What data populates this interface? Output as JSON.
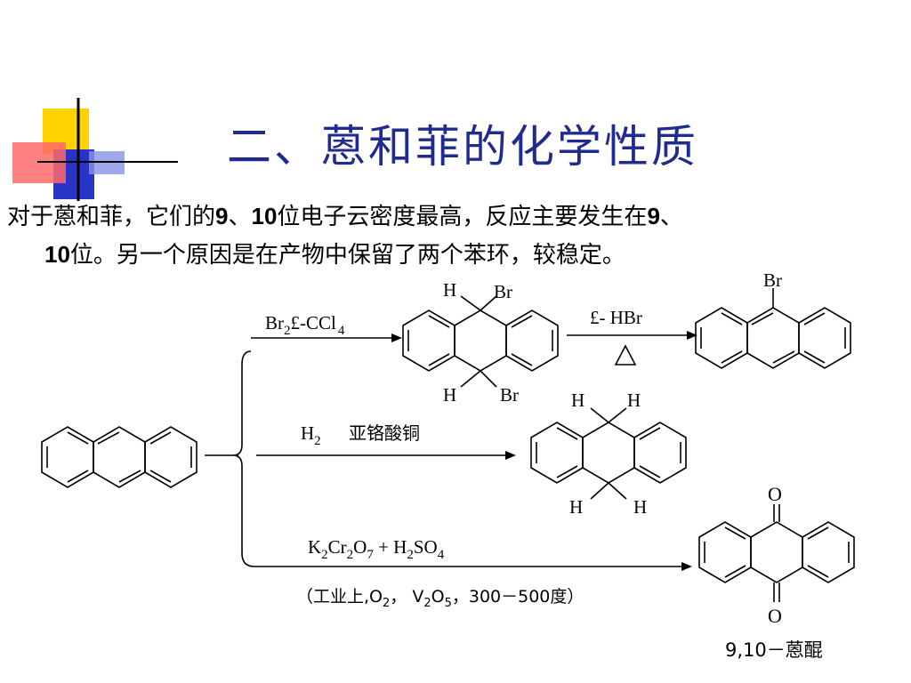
{
  "slide": {
    "title": "二、蒽和菲的化学性质",
    "intro": {
      "line1_a": "对于蒽和菲，它们的",
      "line1_b": "9",
      "line1_c": "、",
      "line1_d": "10",
      "line1_e": "位电子云密度最高，反应主要发生在",
      "line1_f": "9",
      "line1_g": "、",
      "line2_a": "10",
      "line2_b": "位。另一个原因是在产物中保留了两个苯环，较稳定。"
    }
  },
  "scheme": {
    "reaction1": {
      "reagent_main": "Br",
      "reagent_sub": "2",
      "reagent_tail": "£-CCl",
      "reagent_sub2": "4",
      "intermediate_sub_h_top": "H",
      "intermediate_sub_br_top": "Br",
      "intermediate_sub_h_bottom": "H",
      "intermediate_sub_br_bottom": "Br",
      "step2_reagent": "£- HBr",
      "step2_condition_symbol": "△",
      "product_sub": "Br"
    },
    "reaction2": {
      "reagent": "H",
      "reagent_sub": "2",
      "catalyst": "亚铬酸铜",
      "product_h_tl": "H",
      "product_h_tr": "H",
      "product_h_bl": "H",
      "product_h_br": "H"
    },
    "reaction3": {
      "reagent_parts": [
        "K",
        "2",
        "Cr",
        "2",
        "O",
        "7",
        " + H",
        "2",
        "SO",
        "4"
      ],
      "conditions": "（工业上,O",
      "conditions_sub1": "2",
      "conditions_mid": "， V",
      "conditions_sub2": "2",
      "conditions_o": "O",
      "conditions_sub3": "5",
      "conditions_tail": "，300－500度）",
      "product_o_top": "O",
      "product_o_bottom": "O",
      "product_name": "9,10－蒽醌"
    }
  }
}
